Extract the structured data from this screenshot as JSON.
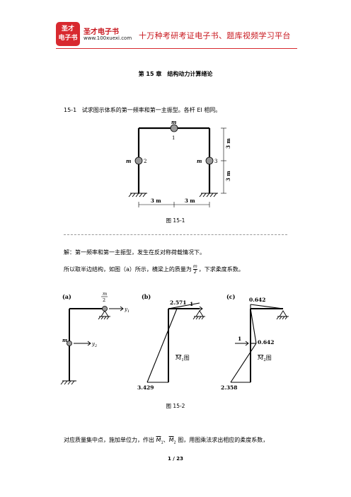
{
  "header": {
    "logo_line1": "圣才",
    "logo_line2": "电子书",
    "brand": "圣才电子书",
    "url": "www.100xuexi.com",
    "slogan": "十万种考研考证电子书、题库视频学习平台"
  },
  "chapter_title": "第 15 章　结构动力计算绪论",
  "problem": {
    "number": "15-1",
    "text": "试求图示体系的第一频率和第一主振型。各杆 EI 相同。"
  },
  "fig1": {
    "caption": "图 15-1",
    "mass_top": "m",
    "node_top": "1",
    "mass_left": "m",
    "node_left": "2",
    "mass_right": "m",
    "node_right": "3",
    "dim_h1": "3 m",
    "dim_h2": "3 m",
    "dim_v1": "3 m",
    "dim_v2": "3 m"
  },
  "solution": {
    "line1": "解：第一频率和第一主振型，发生在反对称荷载情况下。",
    "line2_pre": "所以取半边结构，如图（a）所示，横梁上的质量为",
    "frac_num": "m",
    "frac_den": "2",
    "line2_post": "，下求柔度系数。"
  },
  "fig2": {
    "caption": "图 15-2",
    "a": {
      "label": "(a)",
      "mass_top_num": "m",
      "mass_top_den": "2",
      "y1": "y",
      "y1_sub": "1",
      "mass_mid": "m",
      "y2": "y",
      "y2_sub": "2"
    },
    "b": {
      "label": "(b)",
      "top_value": "2.571",
      "load": "1",
      "bottom_value": "3.429",
      "diagram_symbol": "M",
      "diagram_sub": "1",
      "diagram_suffix": "图"
    },
    "c": {
      "label": "(c)",
      "top_value": "0.642",
      "load": "1",
      "mid_value": "0.642",
      "bottom_value": "2.358",
      "diagram_symbol": "M",
      "diagram_sub": "2",
      "diagram_suffix": "图"
    }
  },
  "footer_text": {
    "pre": "对应质量集中点，施加单位力，作出",
    "m1": "M",
    "m1_sub": "1",
    "sep": "、",
    "m2": "M",
    "m2_sub": "2",
    "post": "图，用图乘法求出相应的柔度系数，"
  },
  "page_number": "1 / 23"
}
